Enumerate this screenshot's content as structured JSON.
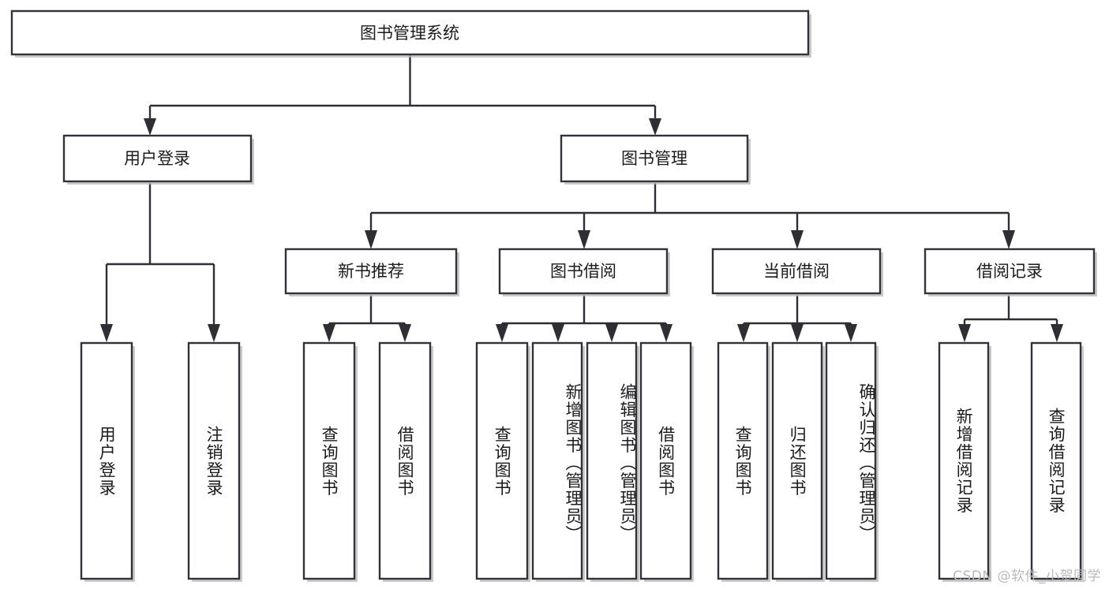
{
  "diagram": {
    "type": "tree-hierarchy",
    "title": "图书管理系统",
    "watermark": "CSDN @软件_小贺同学",
    "colors": {
      "box_fill": "#ffffff",
      "box_stroke": "#32323a",
      "connector": "#2e2e34",
      "text": "#1b1b1b",
      "background": "#ffffff",
      "watermark": "#b9b9b9"
    },
    "levels": {
      "root": "图书管理系统",
      "level2": [
        "用户登录",
        "图书管理"
      ],
      "level3": [
        "新书推荐",
        "图书借阅",
        "当前借阅",
        "借阅记录"
      ]
    },
    "nodes": {
      "root": {
        "label": "图书管理系统",
        "orientation": "horizontal"
      },
      "user_login": {
        "label": "用户登录",
        "orientation": "horizontal"
      },
      "book_manage": {
        "label": "图书管理",
        "orientation": "horizontal"
      },
      "new_book_rec": {
        "label": "新书推荐",
        "orientation": "horizontal"
      },
      "book_borrow": {
        "label": "图书借阅",
        "orientation": "horizontal"
      },
      "current_borrow": {
        "label": "当前借阅",
        "orientation": "horizontal"
      },
      "borrow_record": {
        "label": "借阅记录",
        "orientation": "horizontal"
      },
      "leaf_1": {
        "label": "用户登录",
        "orientation": "vertical",
        "parent": "用户登录"
      },
      "leaf_2": {
        "label": "注销登录",
        "orientation": "vertical",
        "parent": "用户登录"
      },
      "leaf_3": {
        "label": "查询图书",
        "orientation": "vertical",
        "parent": "新书推荐"
      },
      "leaf_4": {
        "label": "借阅图书",
        "orientation": "vertical",
        "parent": "新书推荐"
      },
      "leaf_5": {
        "label": "查询图书",
        "orientation": "vertical",
        "parent": "图书借阅"
      },
      "leaf_6": {
        "label": "新增图书（管理员）",
        "orientation": "vertical",
        "parent": "图书借阅"
      },
      "leaf_7": {
        "label": "编辑图书（管理员）",
        "orientation": "vertical",
        "parent": "图书借阅"
      },
      "leaf_8": {
        "label": "借阅图书",
        "orientation": "vertical",
        "parent": "图书借阅"
      },
      "leaf_9": {
        "label": "查询图书",
        "orientation": "vertical",
        "parent": "当前借阅"
      },
      "leaf_10": {
        "label": "归还图书",
        "orientation": "vertical",
        "parent": "当前借阅"
      },
      "leaf_11": {
        "label": "确认归还（管理员）",
        "orientation": "vertical",
        "parent": "当前借阅"
      },
      "leaf_12": {
        "label": "新增借阅记录",
        "orientation": "vertical",
        "parent": "借阅记录"
      },
      "leaf_13": {
        "label": "查询借阅记录",
        "orientation": "vertical",
        "parent": "借阅记录"
      }
    }
  }
}
